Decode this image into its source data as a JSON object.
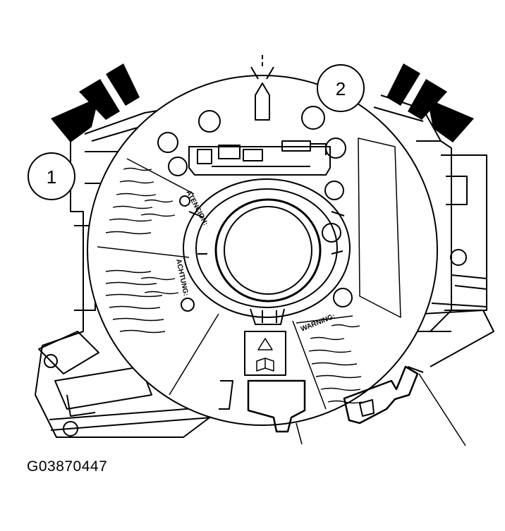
{
  "figure": {
    "id": "G03870447",
    "callouts": [
      "1",
      "2"
    ],
    "warnings": {
      "spanish": "ATENCION:",
      "german": "ACHTUNG:",
      "english": "WARNING:"
    },
    "icons": [
      "direction-arrow-icon",
      "warning-triangle-icon",
      "manual-book-icon"
    ]
  }
}
